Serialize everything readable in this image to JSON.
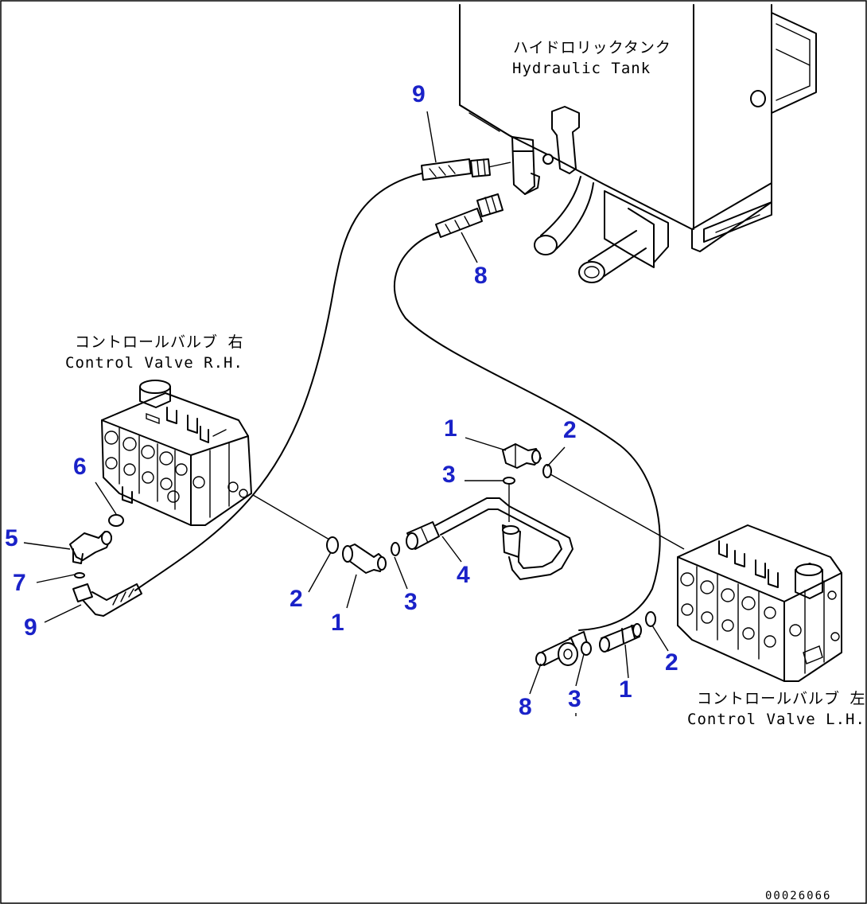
{
  "drawing_number": "00026066",
  "labels": {
    "tank_jp": "ハイドロリックタンク",
    "tank_en": "Hydraulic Tank",
    "cv_rh_jp": "コントロールバルブ 右",
    "cv_rh_en": "Control Valve R.H.",
    "cv_lh_jp": "コントロールバルブ 左",
    "cv_lh_en": "Control Valve L.H."
  },
  "callouts": {
    "c9_top": "9",
    "c8_top": "8",
    "c6": "6",
    "c5": "5",
    "c7": "7",
    "c9_left": "9",
    "c2_mid": "2",
    "c1_mid": "1",
    "c3_mid": "3",
    "c4": "4",
    "c1_upper": "1",
    "c2_upper": "2",
    "c3_upper": "3",
    "c8_low": "8",
    "c3_low": "3",
    "c1_low": "1",
    "c2_low": "2"
  },
  "colors": {
    "callout": "#1a22c8",
    "line": "#000000",
    "background": "#ffffff"
  }
}
